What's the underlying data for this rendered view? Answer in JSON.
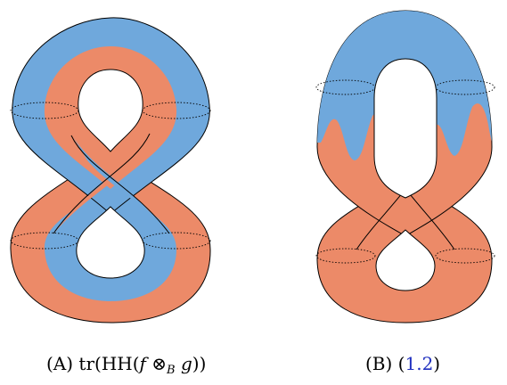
{
  "colors": {
    "blue": "#6fa8dc",
    "orange": "#ec8a68",
    "outline": "#000000",
    "link": "#1f2fbf",
    "background": "#ffffff"
  },
  "figures": {
    "a": {
      "label": "(A)",
      "caption_prefix": "tr(HH(",
      "f": "f",
      "otimes": " ⊗",
      "sub": "B",
      "g": "g",
      "caption_suffix": "))"
    },
    "b": {
      "label": "(B)",
      "open": "(",
      "ref": "1.2",
      "close": ")"
    }
  }
}
